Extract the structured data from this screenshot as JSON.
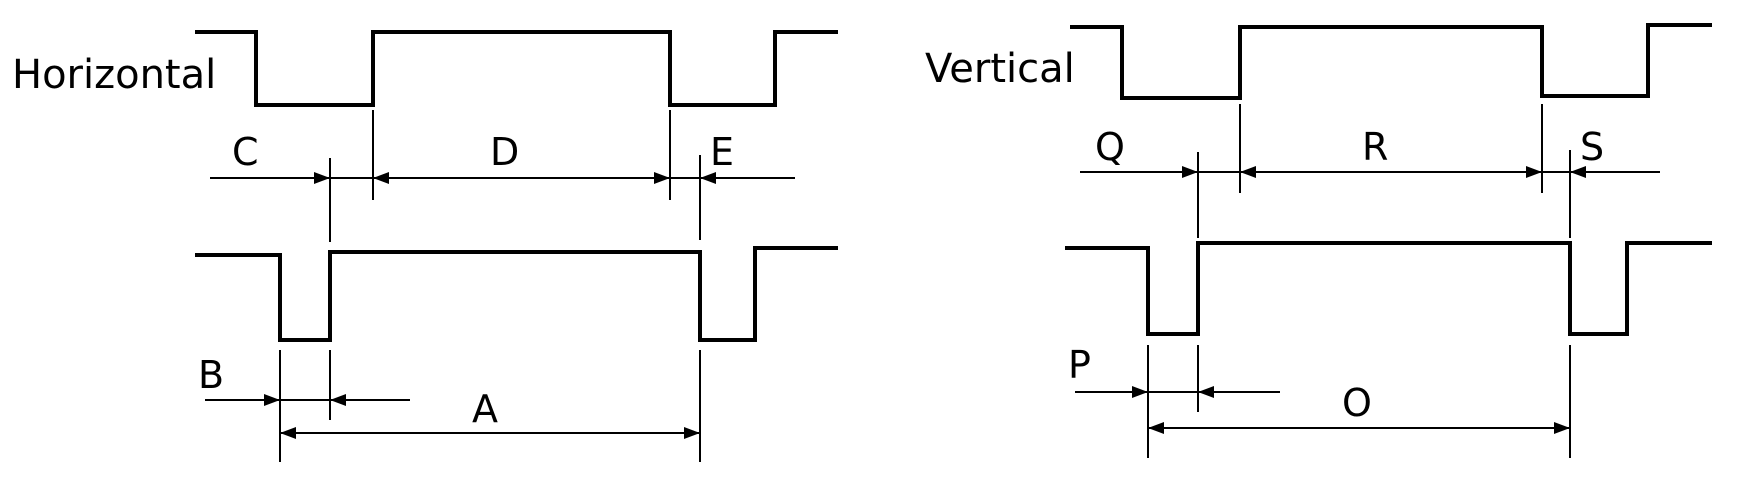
{
  "horizontal": {
    "title": "Horizontal",
    "labels": {
      "c": "C",
      "d": "D",
      "e": "E",
      "b": "B",
      "a": "A"
    }
  },
  "vertical": {
    "title": "Vertical",
    "labels": {
      "q": "Q",
      "r": "R",
      "s": "S",
      "p": "P",
      "o": "O"
    }
  }
}
